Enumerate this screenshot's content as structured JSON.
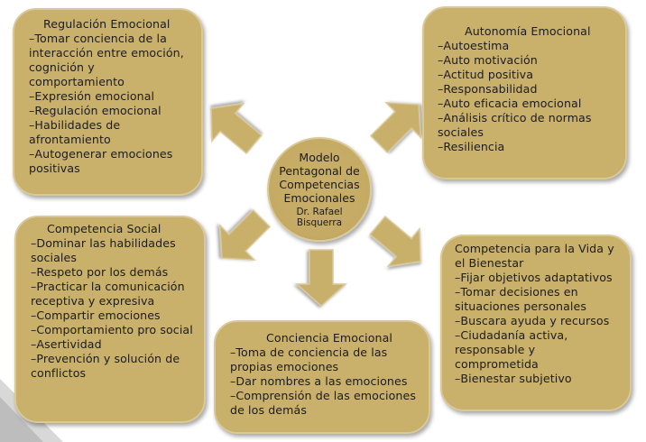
{
  "center": {
    "title_lines": [
      "Modelo",
      "Pentagonal de",
      "Competencias",
      "Emocionales"
    ],
    "author_lines": [
      "Dr. Rafael",
      "Bisquerra"
    ]
  },
  "regulacion": {
    "title": "Regulación Emocional",
    "items": [
      "–Tomar conciencia de la interacción entre emoción, cognición y comportamiento",
      "–Expresión emocional",
      "–Regulación emocional",
      "–Habilidades de afrontamiento",
      "–Autogenerar emociones positivas"
    ]
  },
  "autonomia": {
    "title": "Autonomía Emocional",
    "items": [
      "–Autoestima",
      "–Auto motivación",
      "–Actitud positiva",
      "–Responsabilidad",
      "–Auto eficacia emocional",
      "–Análisis crítico de normas sociales",
      "–Resiliencia"
    ]
  },
  "social": {
    "title": "Competencia Social",
    "items": [
      "–Dominar las habilidades sociales",
      "–Respeto por los demás",
      "–Practicar la comunicación receptiva y expresiva",
      "–Compartir emociones",
      "–Comportamiento pro social",
      "–Asertividad",
      "–Prevención y solución de conflictos"
    ]
  },
  "vida": {
    "title": "Competencia para la Vida y el Bienestar",
    "items": [
      "–Fijar objetivos adaptativos",
      "–Tomar decisiones en situaciones personales",
      "–Buscara ayuda y recursos",
      "–Ciudadanía activa, responsable y comprometida",
      "–Bienestar subjetivo"
    ]
  },
  "conciencia": {
    "title": "Conciencia Emocional",
    "items": [
      "–Toma de conciencia de las propias emociones",
      "–Dar nombres a las emociones",
      "–Comprensión de las emociones de los demás"
    ]
  },
  "colors": {
    "box_fill": "#c9b06b",
    "box_border": "#d9c89a",
    "arrow_fill": "#c9b06b"
  }
}
